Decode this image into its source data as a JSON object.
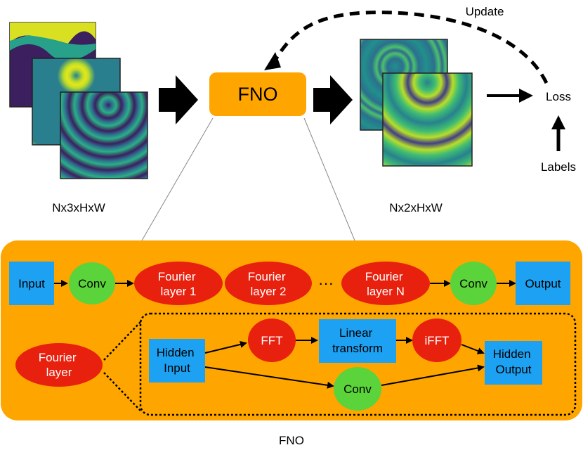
{
  "top": {
    "update_label": "Update",
    "fno_label": "FNO",
    "loss_label": "Loss",
    "labels_label": "Labels",
    "input_shape": "Nx3xHxW",
    "output_shape": "Nx2xHxW"
  },
  "pipeline": {
    "input": "Input",
    "conv_in": "Conv",
    "fourier1": [
      "Fourier",
      "layer 1"
    ],
    "fourier2": [
      "Fourier",
      "layer 2"
    ],
    "ellipsis": "···",
    "fourierN": [
      "Fourier",
      "layer N"
    ],
    "conv_out": "Conv",
    "output": "Output"
  },
  "detail": {
    "fourier_layer": [
      "Fourier",
      "layer"
    ],
    "hidden_input": [
      "Hidden",
      "Input"
    ],
    "fft": "FFT",
    "linear": [
      "Linear",
      "transform"
    ],
    "ifft": "iFFT",
    "hidden_output": [
      "Hidden",
      "Output"
    ],
    "conv": "Conv"
  },
  "caption": "FNO",
  "colors": {
    "orange": "#FFA500",
    "blue": "#1DA1F2",
    "red": "#E8200E",
    "green": "#5BD33A",
    "black": "#000000"
  }
}
